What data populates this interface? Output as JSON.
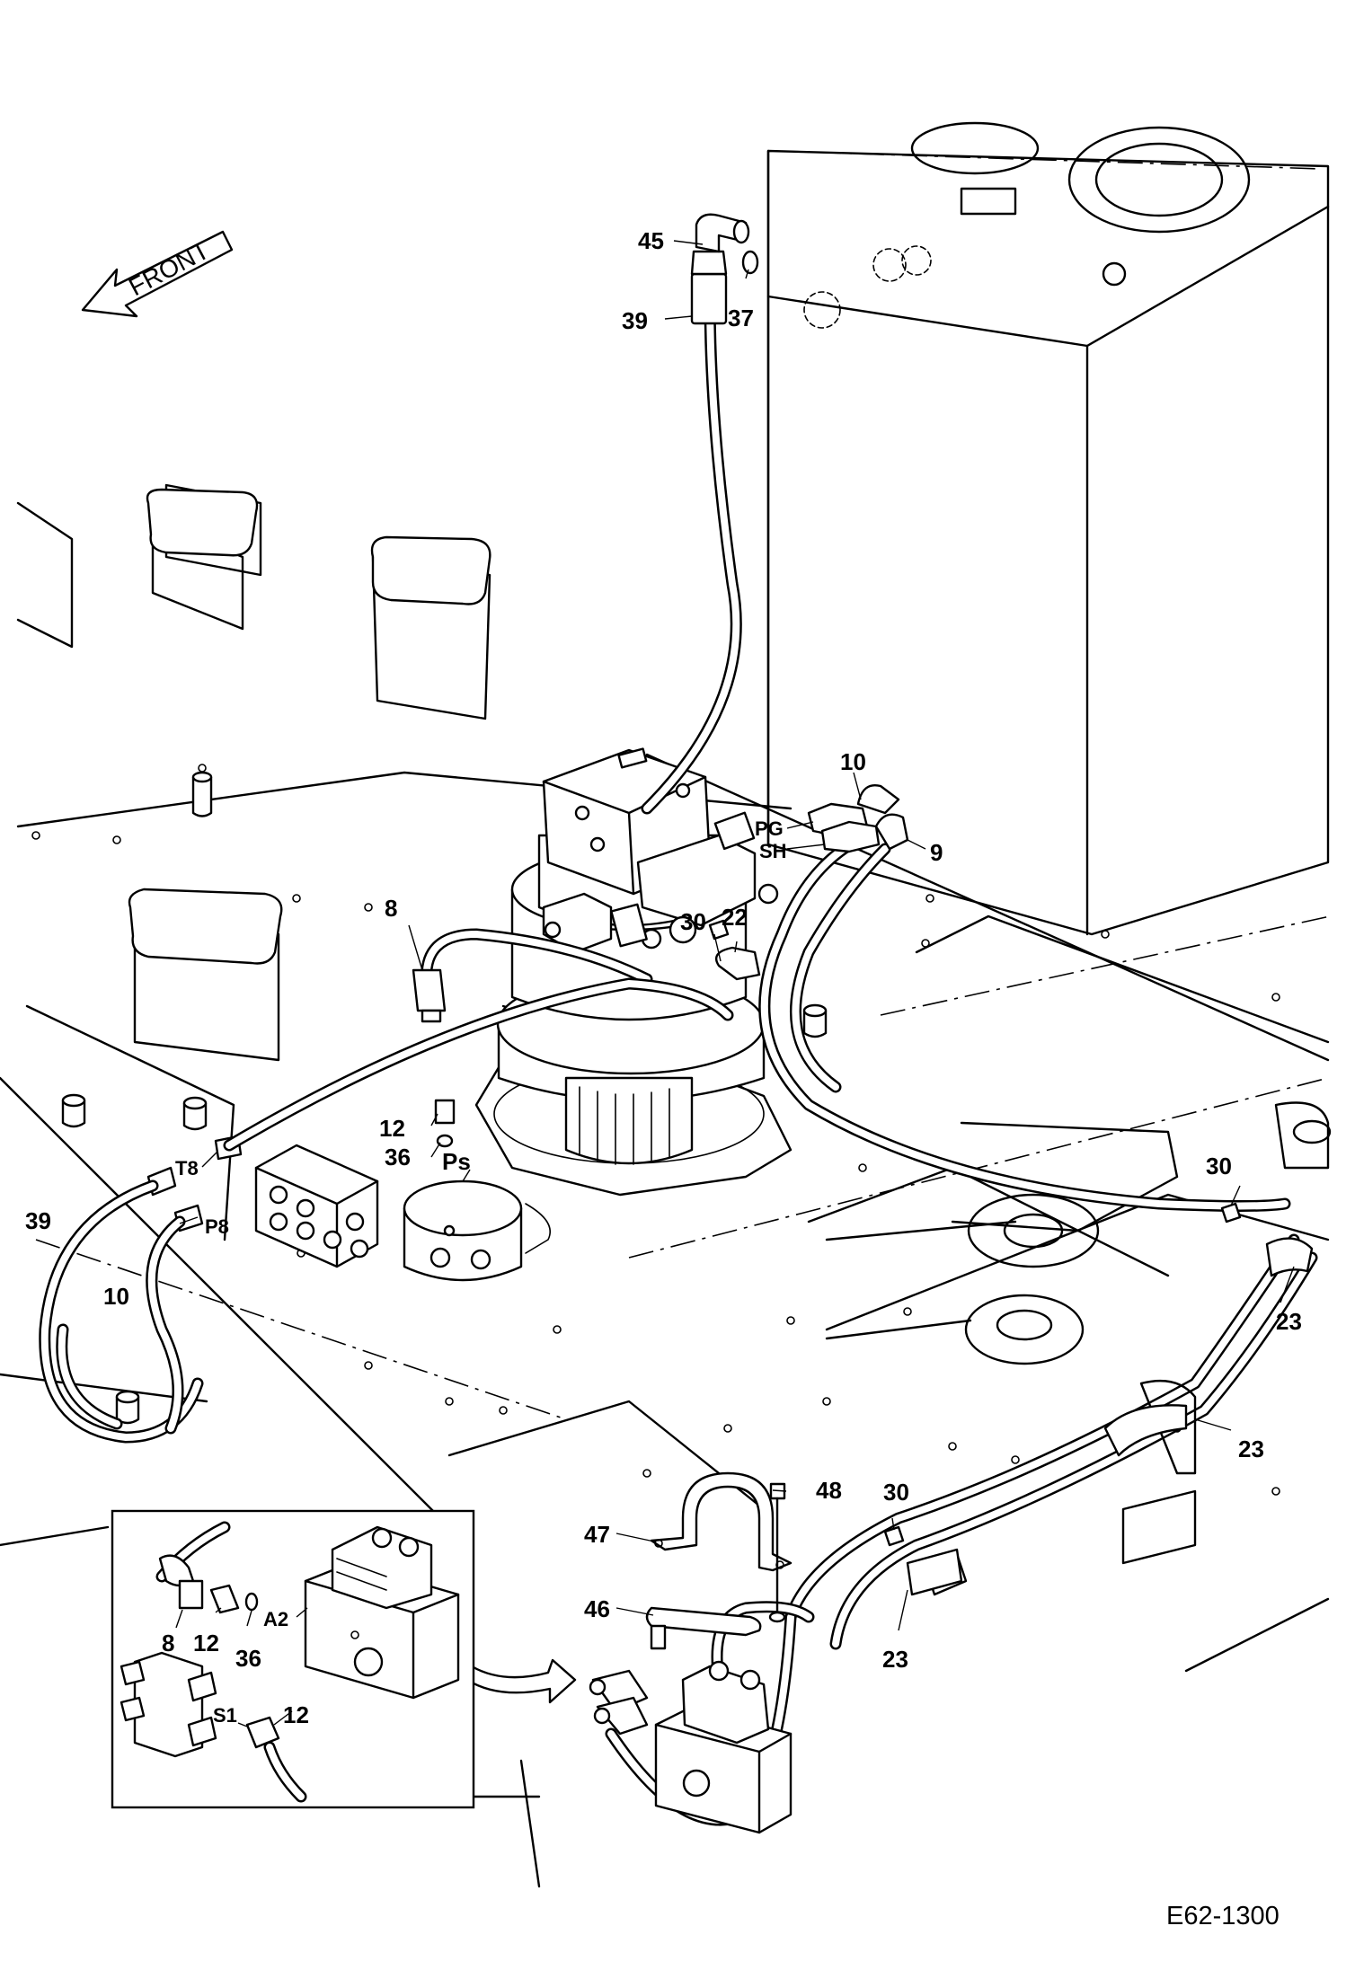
{
  "orientation_label": "FRONT",
  "drawing_code": "E62-1300",
  "callouts": [
    {
      "id": "c45",
      "text": "45"
    },
    {
      "id": "c37",
      "text": "37"
    },
    {
      "id": "c39top",
      "text": "39"
    },
    {
      "id": "c10top",
      "text": "10"
    },
    {
      "id": "cPG",
      "text": "PG"
    },
    {
      "id": "cSH",
      "text": "SH"
    },
    {
      "id": "c9",
      "text": "9"
    },
    {
      "id": "c8",
      "text": "8"
    },
    {
      "id": "c30a",
      "text": "30"
    },
    {
      "id": "c22",
      "text": "22"
    },
    {
      "id": "c12",
      "text": "12"
    },
    {
      "id": "c36",
      "text": "36"
    },
    {
      "id": "cPs",
      "text": "Ps"
    },
    {
      "id": "cT8",
      "text": "T8"
    },
    {
      "id": "cP8",
      "text": "P8"
    },
    {
      "id": "c39left",
      "text": "39"
    },
    {
      "id": "c10left",
      "text": "10"
    },
    {
      "id": "c30b",
      "text": "30"
    },
    {
      "id": "c23a",
      "text": "23"
    },
    {
      "id": "c23b",
      "text": "23"
    },
    {
      "id": "c48",
      "text": "48"
    },
    {
      "id": "c30c",
      "text": "30"
    },
    {
      "id": "c47",
      "text": "47"
    },
    {
      "id": "c46",
      "text": "46"
    },
    {
      "id": "c23c",
      "text": "23"
    }
  ],
  "inset_callouts": [
    {
      "id": "iA2",
      "text": "A2"
    },
    {
      "id": "i8",
      "text": "8"
    },
    {
      "id": "i12a",
      "text": "12"
    },
    {
      "id": "i36",
      "text": "36"
    },
    {
      "id": "iS1",
      "text": "S1"
    },
    {
      "id": "i12b",
      "text": "12"
    }
  ]
}
